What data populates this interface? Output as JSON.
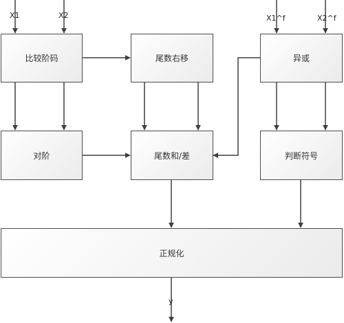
{
  "inputs": {
    "x1": "X1",
    "x2": "X2",
    "x1f": "X1^f",
    "x2f": "X2^f"
  },
  "blocks": {
    "compare_exponent": "比较阶码",
    "mantissa_shift": "尾数右移",
    "xor": "异或",
    "align_exponent": "对阶",
    "mantissa_sum_diff": "尾数和/差",
    "sign_decision": "判断符号",
    "normalize": "正规化"
  },
  "output": {
    "y": "y"
  },
  "colors": {
    "line": "#3f3f3f",
    "box_border": "#4a4a4a",
    "box_fill_light": "#ffffff",
    "box_fill_dark": "#ebebeb"
  }
}
